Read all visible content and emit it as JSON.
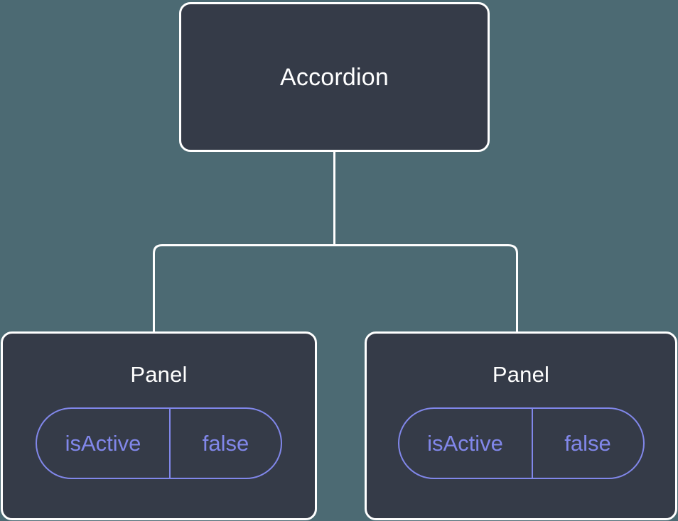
{
  "diagram": {
    "type": "component-tree",
    "background_color": "#4c6a73",
    "node_fill_color": "#353b48",
    "node_border_color": "#ffffff",
    "edge_color": "#ffffff",
    "pill_color": "#8187ea",
    "title_color": "#ffffff",
    "root": {
      "label": "Accordion"
    },
    "children": [
      {
        "label": "Panel",
        "props": [
          {
            "key": "isActive",
            "value": "false"
          }
        ]
      },
      {
        "label": "Panel",
        "props": [
          {
            "key": "isActive",
            "value": "false"
          }
        ]
      }
    ]
  }
}
